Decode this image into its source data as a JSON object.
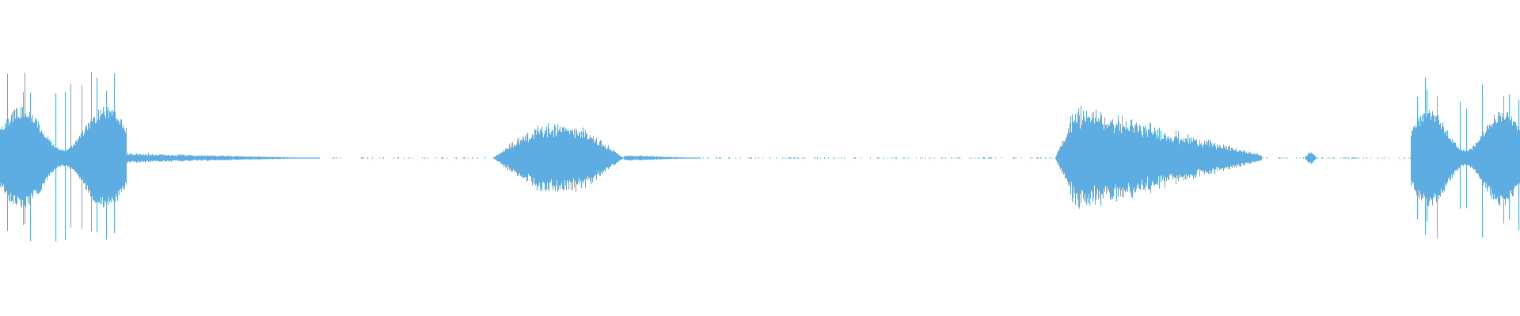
{
  "waveform": {
    "color": "#5dade2",
    "background": "#ffffff",
    "segments": [
      {
        "name": "burst-1",
        "start": 0.0,
        "end": 0.083,
        "peak": 0.78,
        "profile": "spiky"
      },
      {
        "name": "tail-1",
        "start": 0.083,
        "end": 0.21,
        "peak": 0.05,
        "profile": "decay"
      },
      {
        "name": "burst-2",
        "start": 0.324,
        "end": 0.41,
        "peak": 0.35,
        "profile": "hump"
      },
      {
        "name": "tail-2",
        "start": 0.41,
        "end": 0.46,
        "peak": 0.03,
        "profile": "decay"
      },
      {
        "name": "burst-3",
        "start": 0.694,
        "end": 0.83,
        "peak": 0.53,
        "profile": "ramp-down"
      },
      {
        "name": "blip",
        "start": 0.858,
        "end": 0.866,
        "peak": 0.06,
        "profile": "hump"
      },
      {
        "name": "burst-4",
        "start": 0.928,
        "end": 1.0,
        "peak": 0.73,
        "profile": "spiky"
      }
    ],
    "noise_floor": 0.008
  }
}
